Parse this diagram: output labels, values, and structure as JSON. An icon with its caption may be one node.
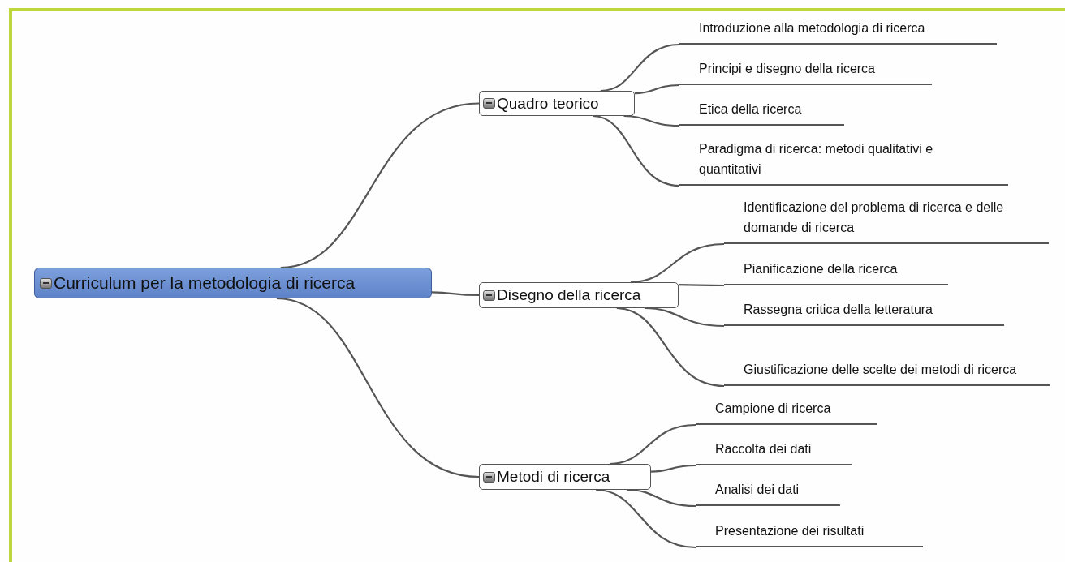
{
  "diagram": {
    "nodes": [
      {
        "text": [
          "Curriculum per la metodologia di ricerca"
        ]
      },
      {
        "text": [
          "Quadro teorico"
        ]
      },
      {
        "text": [
          "Introduzione alla metodologia di ricerca"
        ]
      },
      {
        "text": [
          "Principi e disegno della ricerca"
        ]
      },
      {
        "text": [
          "Etica della ricerca"
        ]
      },
      {
        "text": [
          "Paradigma di ricerca: metodi qualitativi e quantitativi"
        ]
      },
      {
        "text": [
          "Disegno della ricerca"
        ]
      },
      {
        "text": [
          "Identificazione del problema di ricerca e delle domande di ricerca"
        ]
      },
      {
        "text": [
          "Pianificazione della ricerca"
        ]
      },
      {
        "text": [
          "Rassegna critica della letteratura"
        ]
      },
      {
        "text": [
          "Giustificazione delle scelte dei metodi di ricerca"
        ]
      },
      {
        "text": [
          "Metodi di ricerca"
        ]
      },
      {
        "text": [
          "Campione di ricerca"
        ]
      },
      {
        "text": [
          "Raccolta dei dati"
        ]
      },
      {
        "text": [
          "Analisi dei dati"
        ]
      },
      {
        "text": [
          "Presentazione dei risultati"
        ]
      }
    ],
    "edges": [
      {
        "from": 0,
        "to": 1,
        "arrow": "none"
      },
      {
        "from": 0,
        "to": 6,
        "arrow": "none"
      },
      {
        "from": 0,
        "to": 11,
        "arrow": "none"
      },
      {
        "from": 1,
        "to": 2,
        "arrow": "none"
      },
      {
        "from": 1,
        "to": 3,
        "arrow": "none"
      },
      {
        "from": 1,
        "to": 4,
        "arrow": "none"
      },
      {
        "from": 1,
        "to": 5,
        "arrow": "none"
      },
      {
        "from": 6,
        "to": 7,
        "arrow": "none"
      },
      {
        "from": 6,
        "to": 8,
        "arrow": "none"
      },
      {
        "from": 6,
        "to": 9,
        "arrow": "none"
      },
      {
        "from": 6,
        "to": 10,
        "arrow": "none"
      },
      {
        "from": 11,
        "to": 12,
        "arrow": "none"
      },
      {
        "from": 11,
        "to": 13,
        "arrow": "none"
      },
      {
        "from": 11,
        "to": 14,
        "arrow": "none"
      },
      {
        "from": 11,
        "to": 15,
        "arrow": "none"
      }
    ]
  }
}
